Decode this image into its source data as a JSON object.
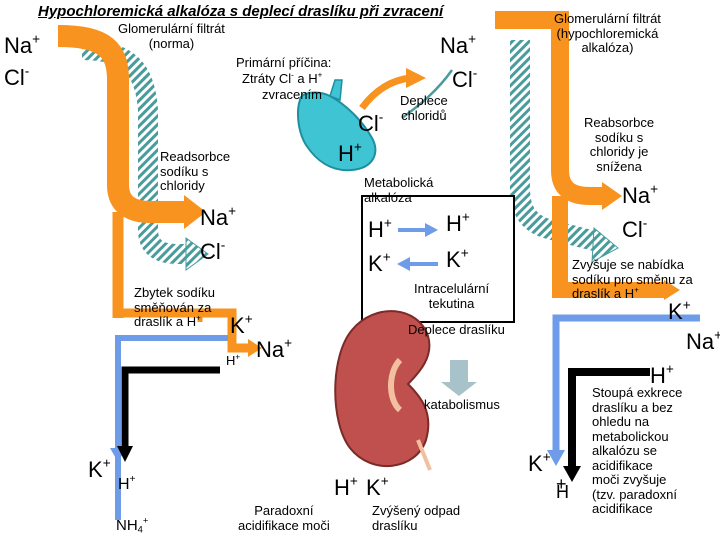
{
  "title": "Hypochloremická alkalóza s deplecí draslíku při zvracení",
  "colors": {
    "orange": "#f7931e",
    "blue": "#6f9ce8",
    "hatch": "#4a9c9c",
    "cyan_organ": "#3fc4d4",
    "gray_arrow": "#a7c2c8"
  },
  "icons": [
    "stomach-icon",
    "kidney-icon"
  ],
  "texts": {
    "na": "Na",
    "cl": "Cl",
    "h": "H",
    "k": "K",
    "plus": "+",
    "minus": "-",
    "nh4": "NH",
    "sub4": "4",
    "glom_normal": "Glomerulární filtrát\n(norma)",
    "primary_cause": "Primární příčina:",
    "losses_prefix": "Ztráty Cl",
    "losses_and": " a H",
    "losses_suffix": "zvracením",
    "deplece_chloridu": "Deplece\nchloridů",
    "readsorbce": "Readsorbce\nsodíku s\nchloridy",
    "metabolic": "Metabolická\nalkalóza",
    "zbytek": "Zbytek sodíku\nsměňován za\ndraslík a H",
    "intracellular": "Intracelulární\ntekutina",
    "deplece_drasliku": "Deplece draslíku",
    "katabolismus": "katabolismus",
    "paradoxni": "Paradoxní\nacidifikace moči",
    "zvyseny": "Zvýšený odpad\ndraslíku",
    "glom_hypo": "Glomerulární filtrát\n(hypochloremická\nalkalóza)",
    "reabs_snizena": "Reabsorbce\nsodíku s\nchloridy je\nsnížena",
    "zvysuje_prefix": "Zvyšuje se nabídka\nsodíku pro směnu za\ndraslík a H",
    "stoupa": "Stoupá exkrece\ndraslíku a bez\nohledu na\nmetabolickou\nalkalózu se\nacidifikace\nmoči zvyšuje\n(tzv. paradoxní\nacidifikace"
  }
}
